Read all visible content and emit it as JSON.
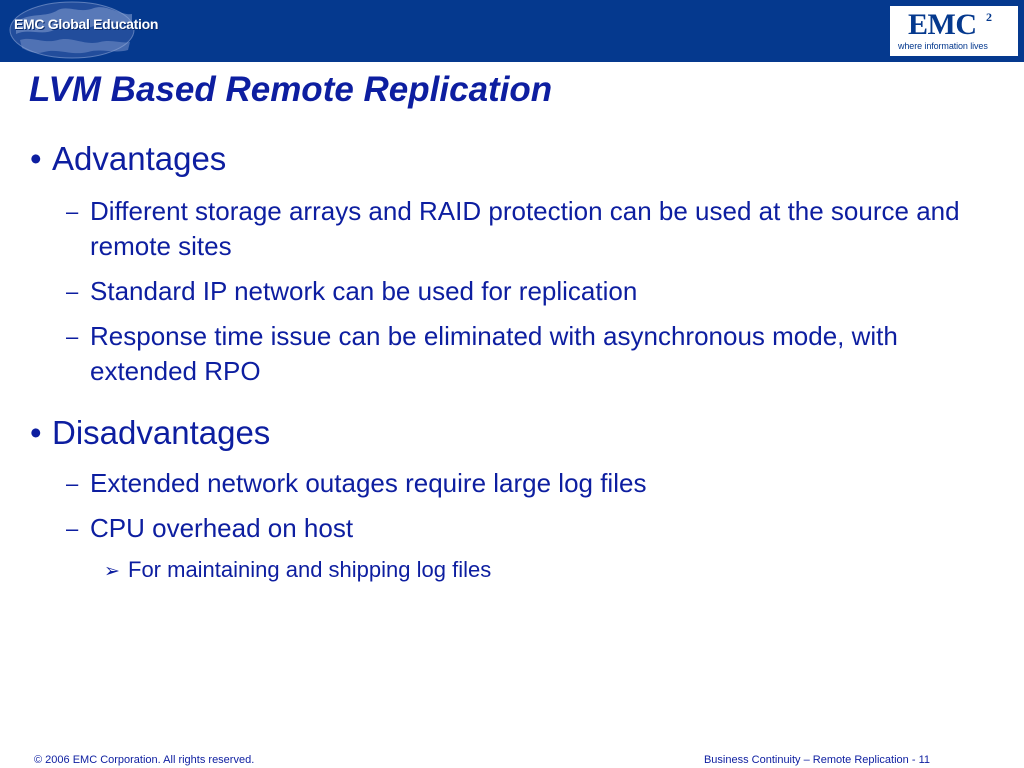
{
  "header": {
    "logo_left_text": "EMC Global Education",
    "brand_name": "EMC",
    "brand_superscript": "2",
    "brand_tagline": "where information lives"
  },
  "slide": {
    "title": "LVM Based Remote Replication",
    "sections": [
      {
        "heading": "Advantages",
        "items": [
          "Different storage arrays and RAID protection can be used at the source and remote sites",
          "Standard IP network can be used for replication",
          "Response time issue can be eliminated with asynchronous mode, with extended RPO"
        ]
      },
      {
        "heading": "Disadvantages",
        "items": [
          "Extended network outages require large log files",
          "CPU overhead on host"
        ],
        "subitems": [
          "For maintaining and shipping log files"
        ]
      }
    ]
  },
  "footer": {
    "copyright": "© 2006 EMC Corporation. All rights reserved.",
    "course": "Business Continuity – Remote Replication",
    "page_number": "11"
  },
  "colors": {
    "header_bg": "#05398e",
    "text": "#0d1ea0"
  }
}
